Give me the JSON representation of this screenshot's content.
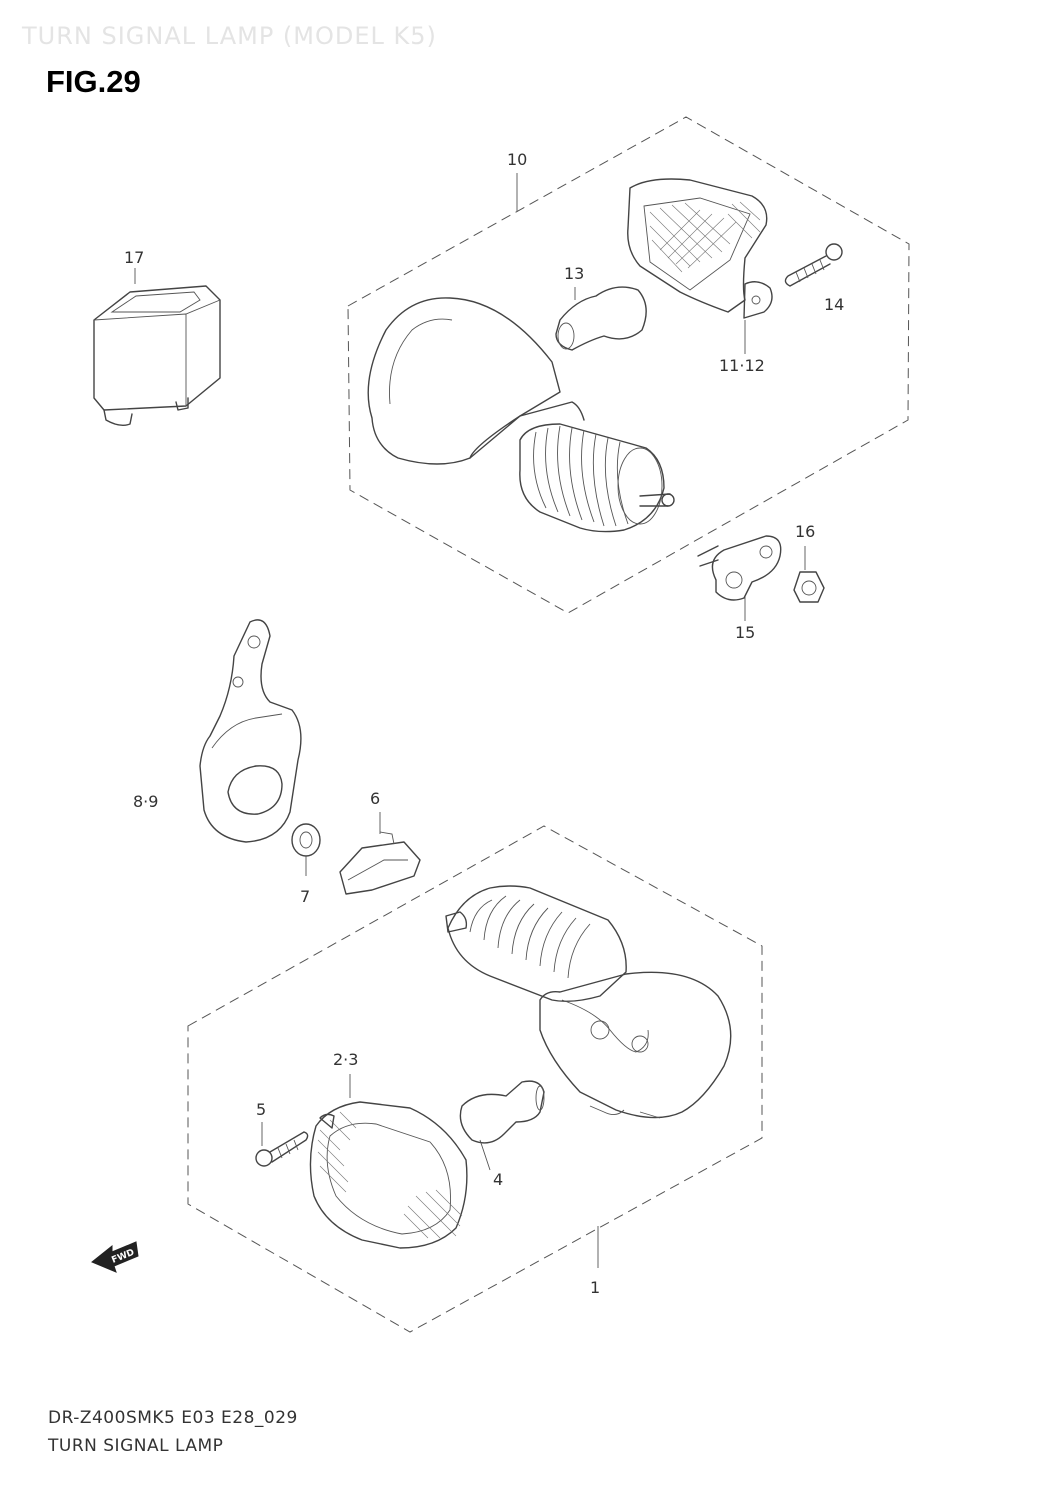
{
  "header": {
    "ghost_title": "TURN SIGNAL LAMP (MODEL K5)",
    "figure": "FIG.29"
  },
  "callouts": {
    "c1": "1",
    "c23": "2·3",
    "c4": "4",
    "c5": "5",
    "c6": "6",
    "c7": "7",
    "c89": "8·9",
    "c10": "10",
    "c1112": "11·12",
    "c13": "13",
    "c14": "14",
    "c15": "15",
    "c16": "16",
    "c17": "17"
  },
  "footer": {
    "code": "DR-Z400SMK5 E03 E28_029",
    "name": "TURN SIGNAL LAMP"
  },
  "fwd_label": "FWD"
}
